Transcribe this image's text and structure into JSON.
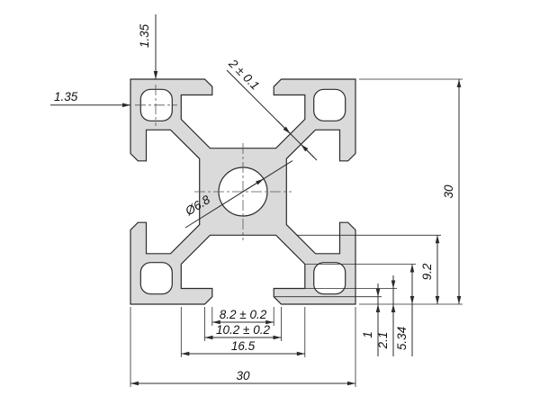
{
  "drawing": {
    "type": "profile-cross-section-technical-drawing",
    "colors": {
      "profile_fill": "#dadada",
      "line": "#2b2b2b"
    },
    "dimensions": {
      "wall_top": {
        "label": "1.35"
      },
      "wall_left": {
        "label": "1.35"
      },
      "slot_web": {
        "label": "2 ± 0.1"
      },
      "center_hole": {
        "label": "Ø6.8"
      },
      "height": {
        "label": "30"
      },
      "slot_depth": {
        "label": "9.2"
      },
      "slot_opening": {
        "label": "8.2 ± 0.2"
      },
      "slot_underhead": {
        "label": "10.2 ± 0.2"
      },
      "slot_cavity": {
        "label": "16.5"
      },
      "width": {
        "label": "30"
      },
      "lip_chamfer": {
        "label": "1"
      },
      "lip_thickness": {
        "label": "2.1"
      },
      "slot_wall": {
        "label": "5.34"
      }
    }
  }
}
